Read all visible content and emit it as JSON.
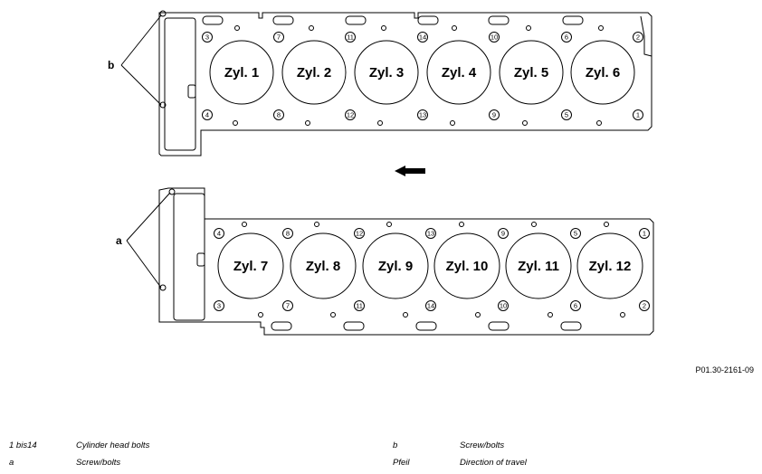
{
  "upper_gasket": {
    "cylinders": [
      "Zyl. 1",
      "Zyl. 2",
      "Zyl. 3",
      "Zyl. 4",
      "Zyl. 5",
      "Zyl. 6"
    ],
    "top_bolts": [
      "3",
      "7",
      "11",
      "14",
      "10",
      "6",
      "2"
    ],
    "bottom_bolts": [
      "4",
      "8",
      "12",
      "13",
      "9",
      "5",
      "1"
    ],
    "callout": "b"
  },
  "lower_gasket": {
    "cylinders": [
      "Zyl. 7",
      "Zyl. 8",
      "Zyl. 9",
      "Zyl. 10",
      "Zyl. 11",
      "Zyl. 12"
    ],
    "top_bolts": [
      "4",
      "8",
      "12",
      "13",
      "9",
      "5",
      "1"
    ],
    "bottom_bolts": [
      "3",
      "7",
      "11",
      "14",
      "10",
      "6",
      "2"
    ],
    "callout": "a"
  },
  "reference": "P01.30-2161-09",
  "legend": [
    {
      "key": "1 bis14",
      "text": "Cylinder head bolts"
    },
    {
      "key": "a",
      "text": "Screw/bolts"
    },
    {
      "key": "b",
      "text": "Screw/bolts"
    },
    {
      "key": "Pfeil",
      "text": "Direction of travel"
    }
  ]
}
